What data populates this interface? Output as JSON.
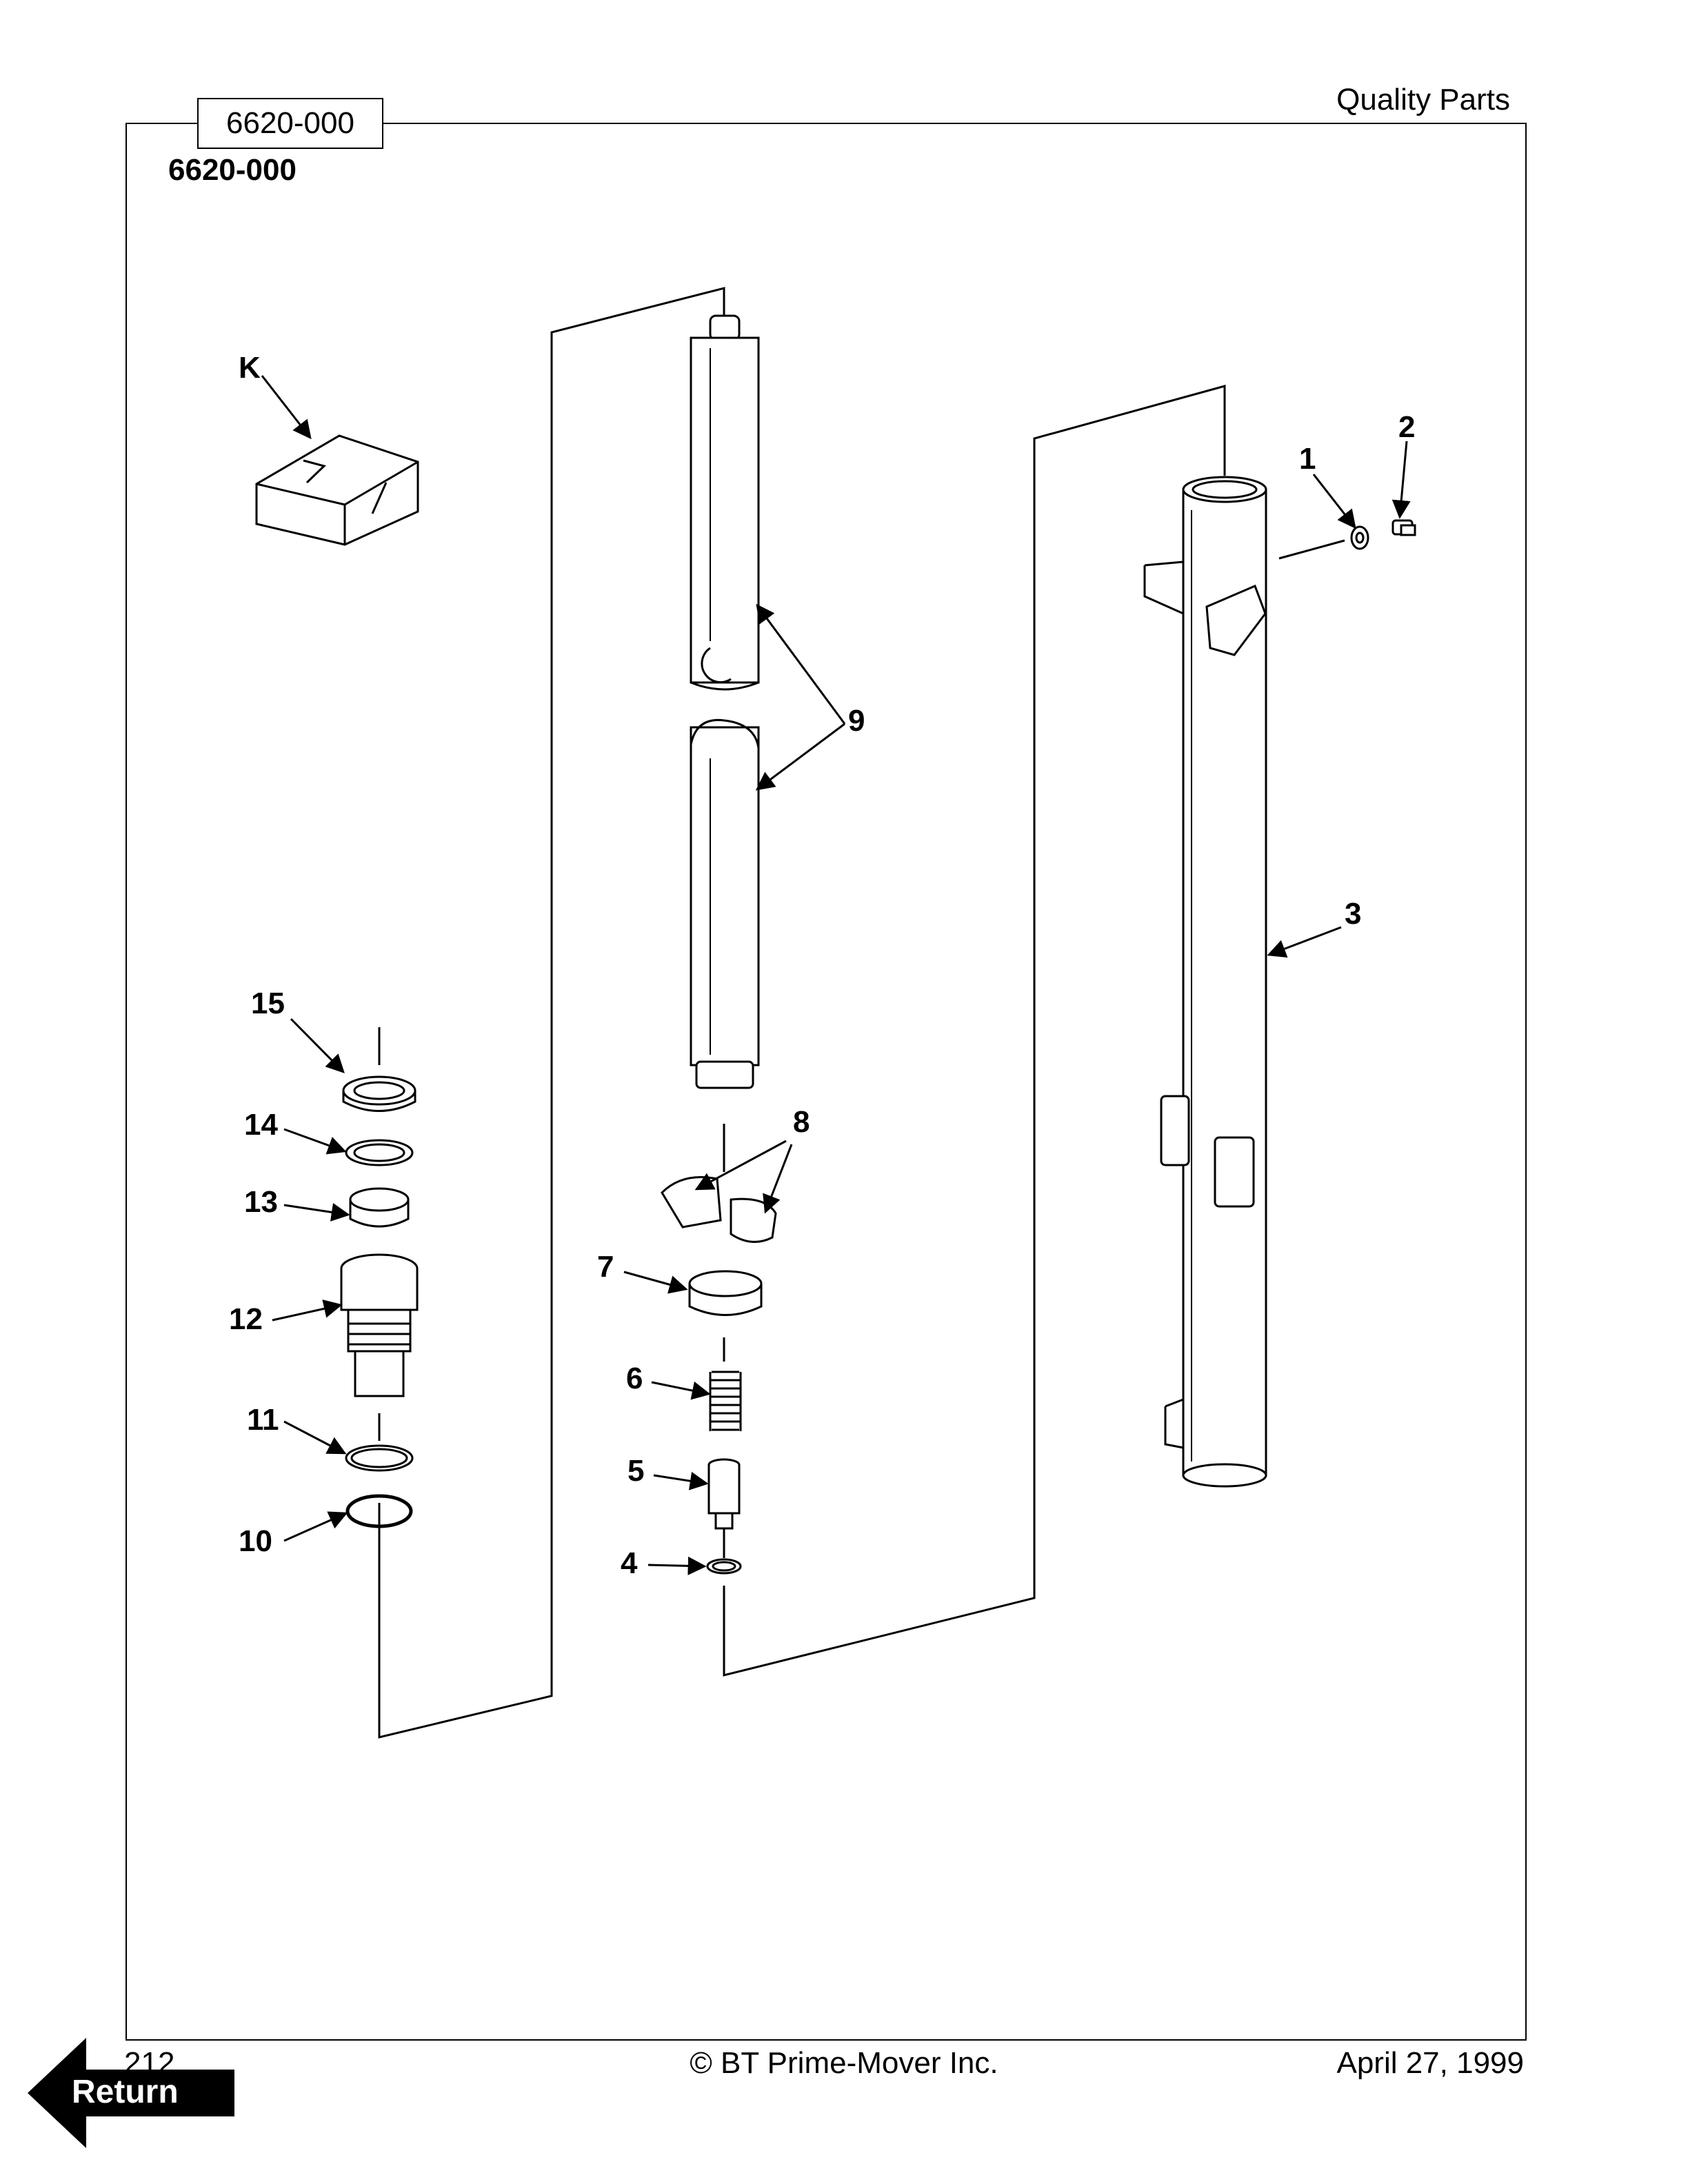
{
  "header": {
    "brand": "Quality Parts"
  },
  "section": {
    "tab": "6620-000",
    "heading": "6620-000"
  },
  "callouts": {
    "k": "K",
    "c1": "1",
    "c2": "2",
    "c3": "3",
    "c4": "4",
    "c5": "5",
    "c6": "6",
    "c7": "7",
    "c8": "8",
    "c9": "9",
    "c10": "10",
    "c11": "11",
    "c12": "12",
    "c13": "13",
    "c14": "14",
    "c15": "15"
  },
  "footer": {
    "page_number": "212",
    "copyright": "© BT Prime-Mover Inc.",
    "date": "April 27, 1999"
  },
  "nav": {
    "return_label": "Return"
  }
}
